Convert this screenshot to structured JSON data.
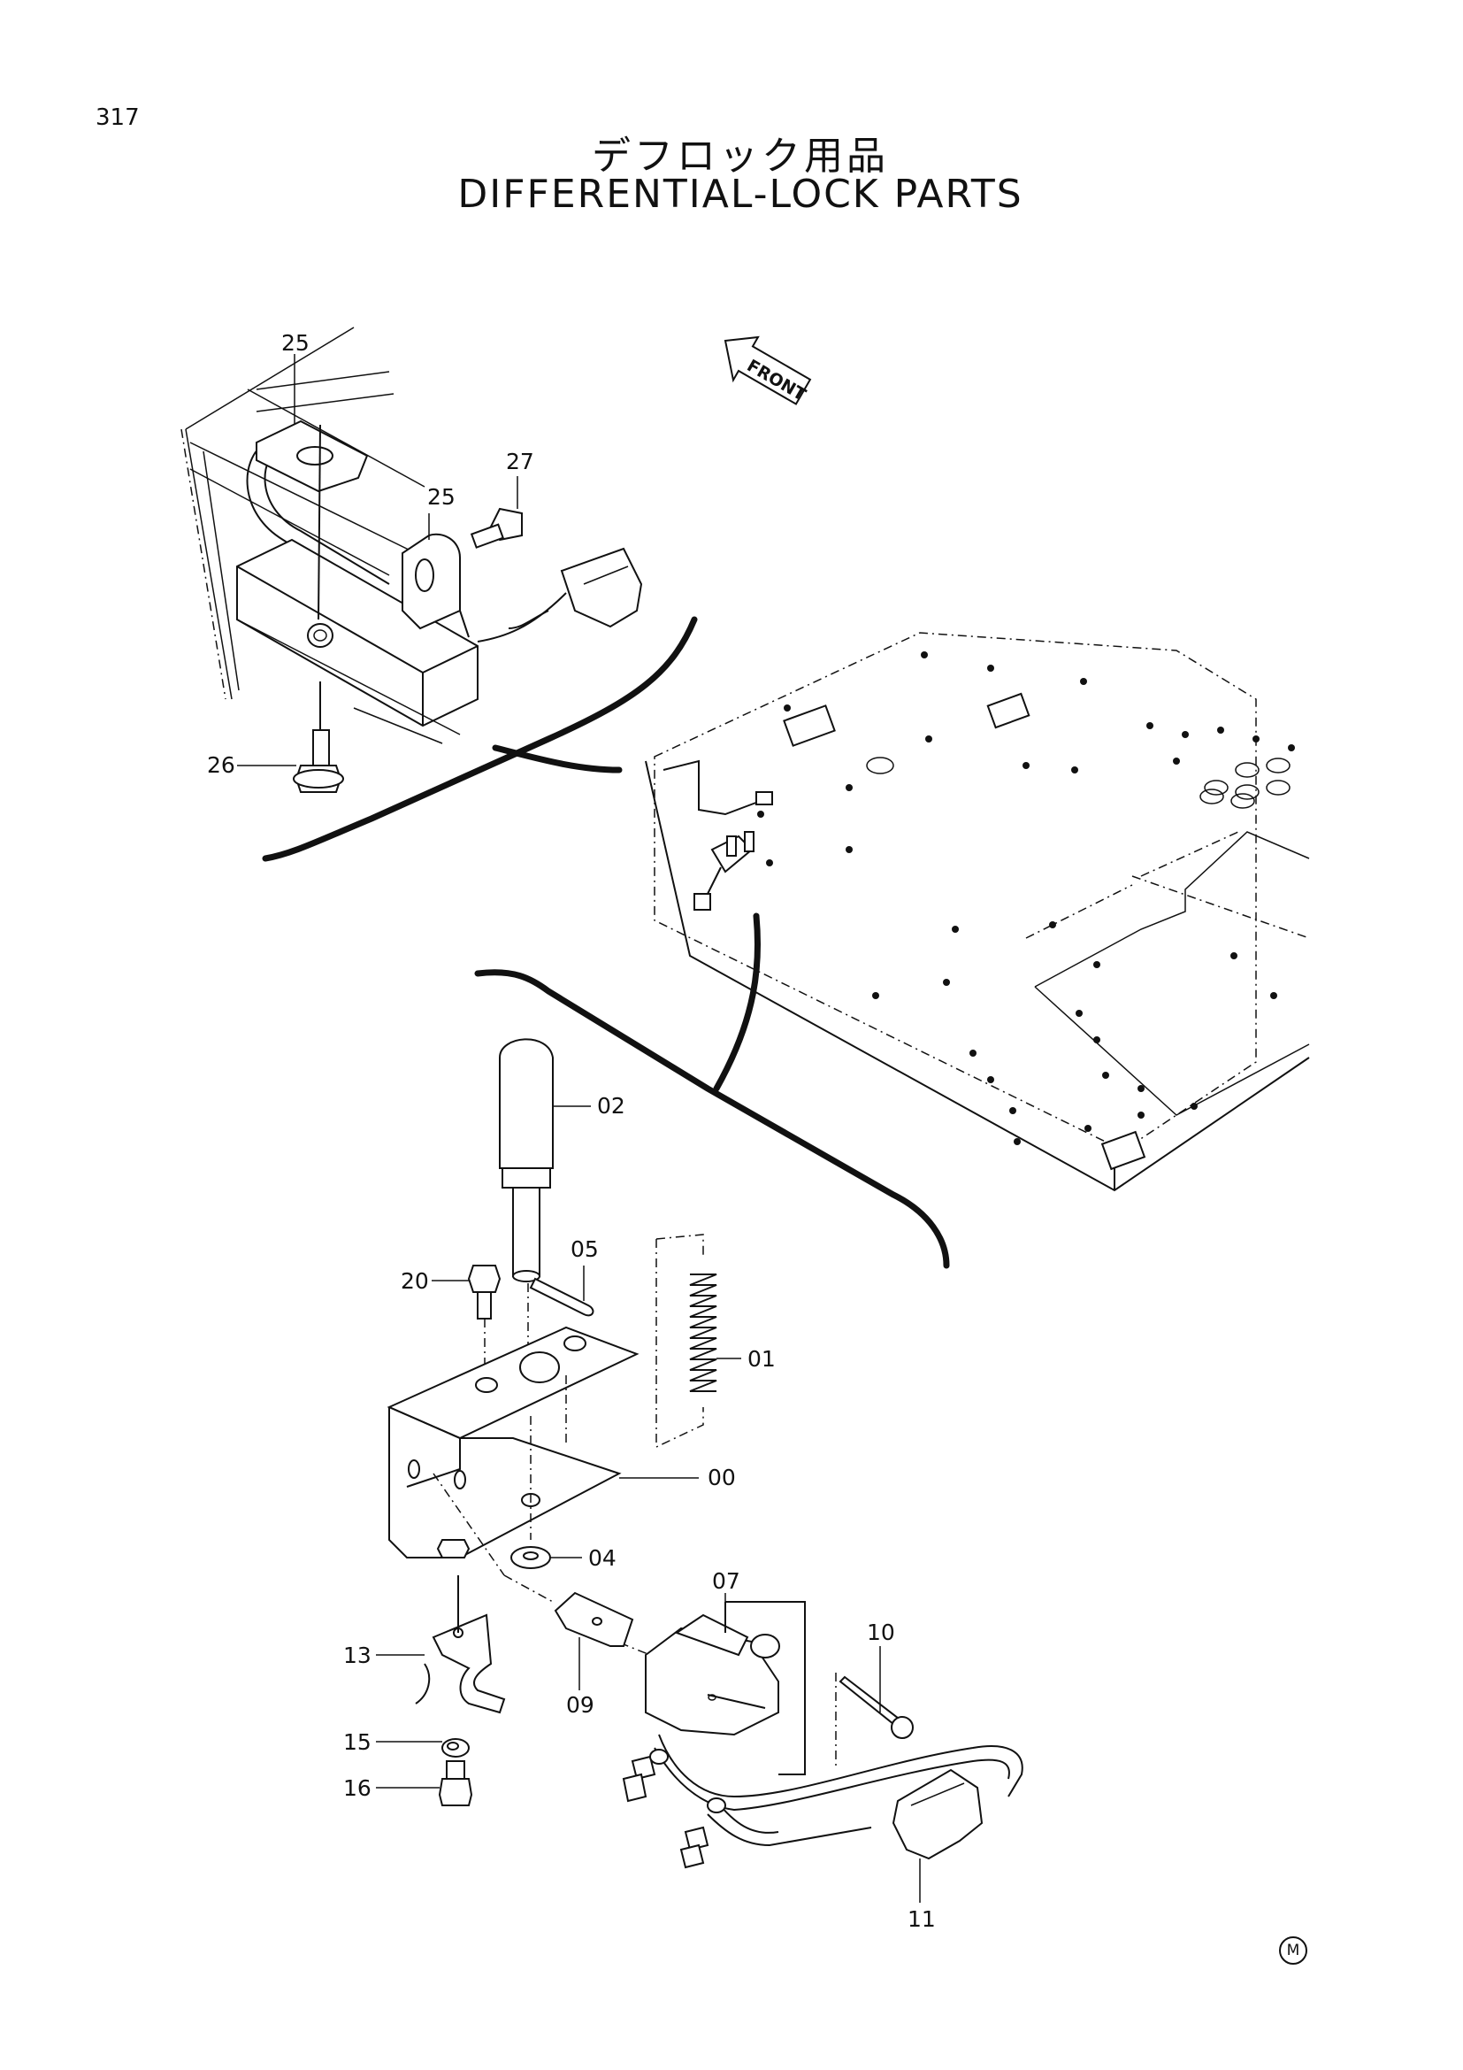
{
  "page_number": "317",
  "title_jp": "デフロック用品",
  "title_en": "DIFFERENTIAL-LOCK PARTS",
  "front_label": "FRONT",
  "corner_mark": "M",
  "callouts": {
    "c25a": "25",
    "c25b": "25",
    "c27": "27",
    "c26": "26",
    "c02": "02",
    "c05": "05",
    "c20": "20",
    "c01": "01",
    "c00": "00",
    "c04": "04",
    "c07": "07",
    "c10": "10",
    "c13": "13",
    "c09": "09",
    "c15": "15",
    "c16": "16",
    "c11": "11"
  }
}
